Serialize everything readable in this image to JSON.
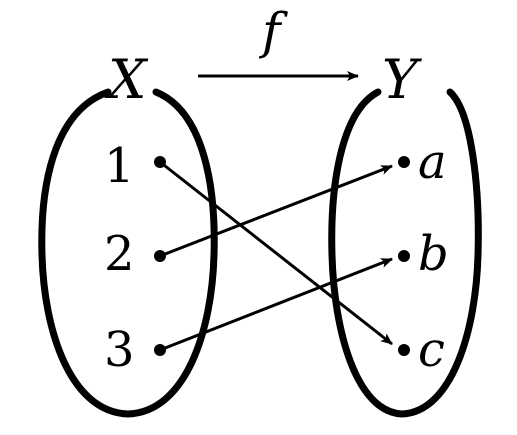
{
  "diagram": {
    "domain_set": {
      "label": "X",
      "elements": [
        "1",
        "2",
        "3"
      ]
    },
    "codomain_set": {
      "label": "Y",
      "elements": [
        "a",
        "b",
        "c"
      ]
    },
    "map": {
      "label": "f"
    },
    "mappings": [
      {
        "from": "1",
        "to": "c"
      },
      {
        "from": "2",
        "to": "a"
      },
      {
        "from": "3",
        "to": "b"
      }
    ],
    "colors": {
      "ink": "#000000",
      "background": "#ffffff"
    }
  }
}
